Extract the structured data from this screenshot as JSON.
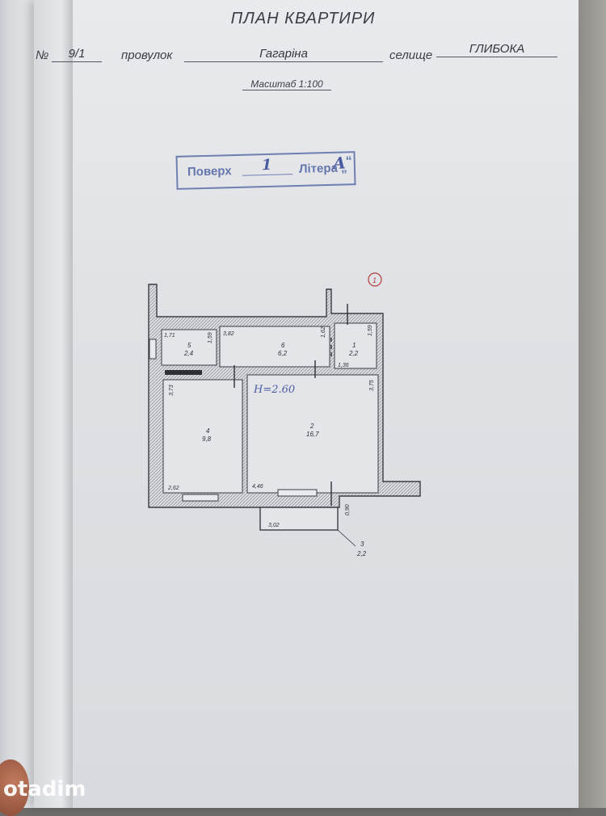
{
  "document": {
    "title": "ПЛАН КВАРТИРИ",
    "number_prefix": "№",
    "number_value": "9/1",
    "street_label": "провулок",
    "street_value": "Гагаріна",
    "village_label": "селище",
    "village_value": "ГЛИБОКА",
    "scale": "Масштаб 1:100"
  },
  "stamp": {
    "floor_label": "Поверх",
    "floor_value": "1",
    "letter_label": "Літера „",
    "letter_value": "А",
    "letter_close": "“"
  },
  "plan": {
    "marker": "1",
    "height_note": "H=2.60",
    "rooms": [
      {
        "id": "room-5",
        "number": "5",
        "area": "2,4"
      },
      {
        "id": "room-6",
        "number": "6",
        "area": "6,2"
      },
      {
        "id": "room-1",
        "number": "1",
        "area": "2,2"
      },
      {
        "id": "room-4",
        "number": "4",
        "area": "9,8"
      },
      {
        "id": "room-2",
        "number": "2",
        "area": "16,7"
      },
      {
        "id": "room-3",
        "number": "3",
        "area": "2,2"
      }
    ],
    "dimensions": [
      "1,71",
      "1,59",
      "3,82",
      "1,62",
      "1,59",
      "1,36",
      "3,73",
      "3,75",
      "2,62",
      "4,46",
      "0,90",
      "3,02"
    ]
  },
  "watermark": "otadim"
}
